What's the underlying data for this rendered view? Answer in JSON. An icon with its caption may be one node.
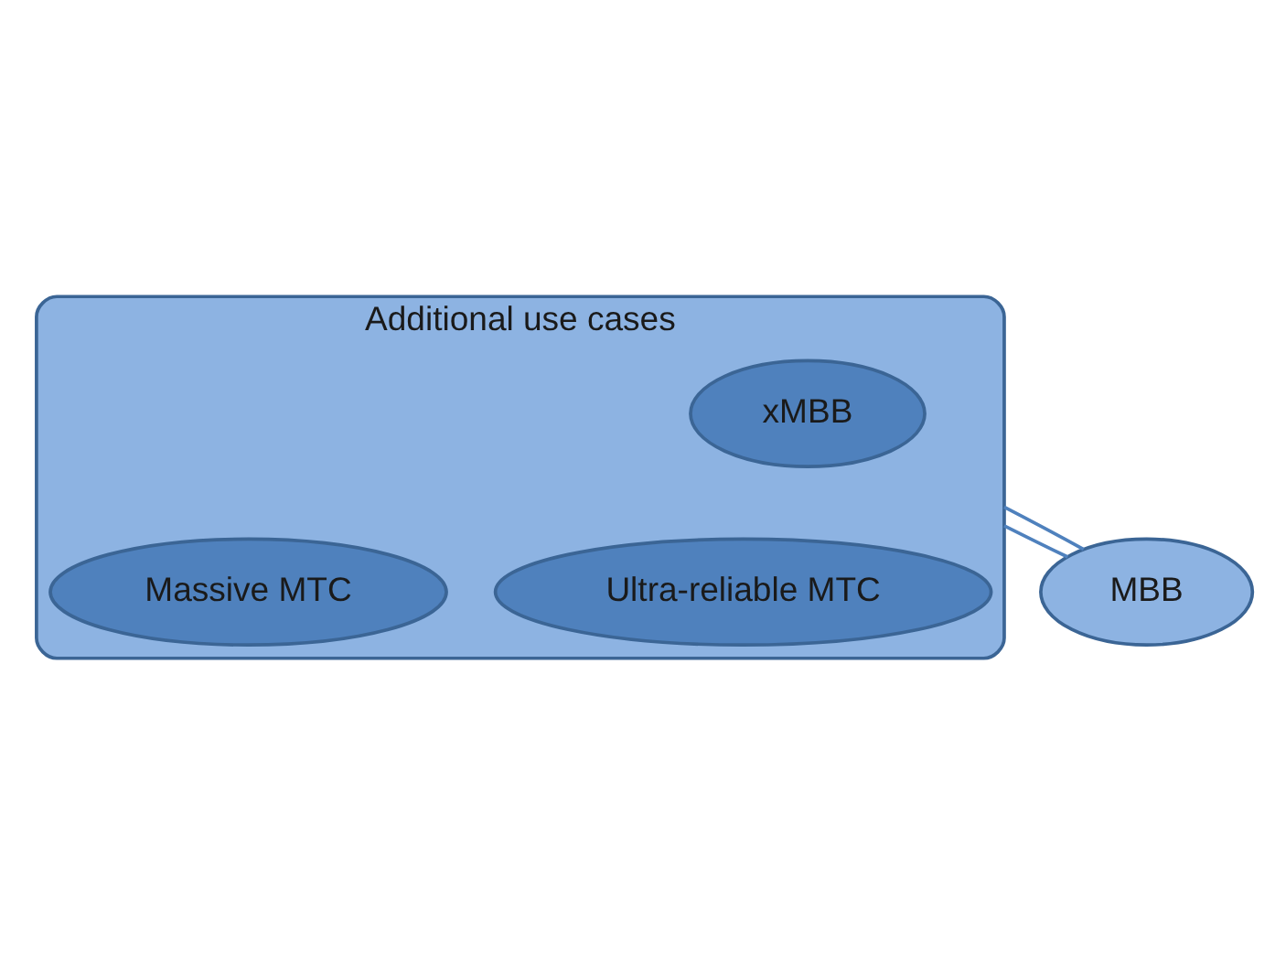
{
  "diagram": {
    "nodes": [
      {
        "text": [
          "Additional use cases"
        ]
      },
      {
        "text": [
          "xMBB"
        ],
        "in": 0
      },
      {
        "text": [
          "Ultra-reliable MTC"
        ],
        "in": 0
      },
      {
        "text": [
          "Massive MTC"
        ],
        "in": 0
      },
      {
        "text": [
          "MBB"
        ]
      }
    ],
    "edges": [
      {
        "from": 4,
        "to": 0,
        "arrow": "none"
      },
      {
        "from": 4,
        "to": 0,
        "arrow": "none"
      }
    ]
  }
}
